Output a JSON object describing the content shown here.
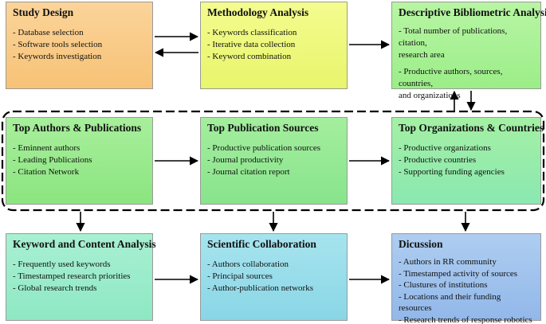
{
  "boxes": {
    "study_design": {
      "title": "Study Design",
      "items": [
        "- Database selection",
        "- Software tools selection",
        "- Keywords investigation"
      ]
    },
    "methodology": {
      "title": "Methodology Analysis",
      "items": [
        "- Keywords classification",
        "- Iterative data collection",
        "- Keyword combination"
      ]
    },
    "descriptive": {
      "title": "Descriptive Bibliometric Analysis",
      "items": [
        "- Total number of publications, citation,",
        "research area",
        "- Productive authors, sources, countries,",
        "and organizations"
      ]
    },
    "top_authors": {
      "title": "Top Authors & Publications",
      "items": [
        "- Eminnent authors",
        "- Leading Publications",
        "- Citation Network"
      ]
    },
    "top_sources": {
      "title": "Top Publication Sources",
      "items": [
        "- Productive publication sources",
        "- Journal productivity",
        "- Journal citation report"
      ]
    },
    "top_orgs": {
      "title": "Top Organizations & Countries",
      "items": [
        "- Productive organizations",
        "- Productive countries",
        "- Supporting funding agencies"
      ]
    },
    "keyword": {
      "title": "Keyword and Content Analysis",
      "items": [
        "- Frequently used keywords",
        "- Timestamped research priorities",
        "- Global research trends"
      ]
    },
    "collaboration": {
      "title": "Scientific Collaboration",
      "items": [
        "- Authors collaboration",
        "- Principal sources",
        "- Author-publication networks"
      ]
    },
    "discussion": {
      "title": "Dicussion",
      "items": [
        "- Authors in RR community",
        "- Timestamped activity of sources",
        "- Clustures of institutions",
        "- Locations and their funding resources",
        "- Research trends of response robotics"
      ]
    }
  }
}
